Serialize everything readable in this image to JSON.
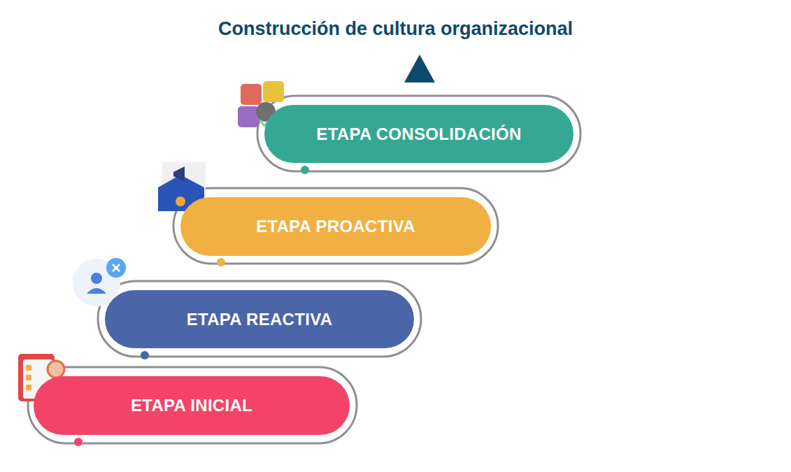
{
  "diagram": {
    "title": "Construcción de cultura organizacional",
    "nodes": [
      {
        "text": [
          "ETAPA CONSOLIDACIÓN"
        ]
      },
      {
        "text": [
          "ETAPA PROACTIVA"
        ]
      },
      {
        "text": [
          "ETAPA REACTIVA"
        ]
      },
      {
        "text": [
          "ETAPA INICIAL"
        ]
      }
    ]
  }
}
